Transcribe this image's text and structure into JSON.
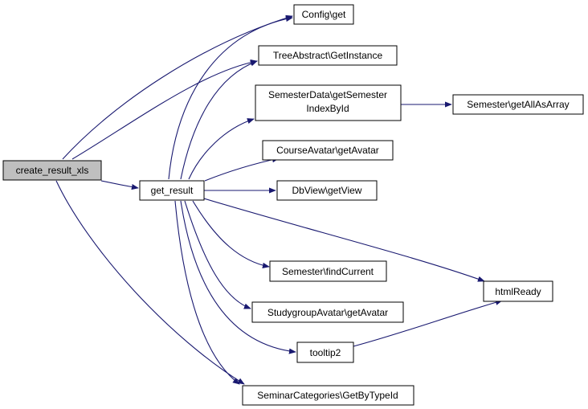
{
  "colors": {
    "edge": "#191970",
    "node_fill": "#ffffff",
    "root_fill": "#bfbfbf",
    "node_border": "#000000"
  },
  "nodes": {
    "create_result_xls": "create_result_xls",
    "get_result": "get_result",
    "config_get": "Config\\get",
    "tree_get_instance": "TreeAbstract\\GetInstance",
    "semester_data_line1": "SemesterData\\getSemester",
    "semester_data_line2": "IndexById",
    "semester_get_all": "Semester\\getAllAsArray",
    "course_avatar": "CourseAvatar\\getAvatar",
    "dbview_get_view": "DbView\\getView",
    "html_ready": "htmlReady",
    "semester_find_current": "Semester\\findCurrent",
    "studygroup_avatar": "StudygroupAvatar\\getAvatar",
    "tooltip2": "tooltip2",
    "seminar_categories": "SeminarCategories\\GetByTypeId"
  },
  "edges": [
    {
      "from": "create_result_xls",
      "to": "get_result"
    },
    {
      "from": "create_result_xls",
      "to": "config_get"
    },
    {
      "from": "create_result_xls",
      "to": "tree_get_instance"
    },
    {
      "from": "create_result_xls",
      "to": "seminar_categories"
    },
    {
      "from": "get_result",
      "to": "config_get"
    },
    {
      "from": "get_result",
      "to": "tree_get_instance"
    },
    {
      "from": "get_result",
      "to": "semester_data"
    },
    {
      "from": "get_result",
      "to": "course_avatar"
    },
    {
      "from": "get_result",
      "to": "dbview_get_view"
    },
    {
      "from": "get_result",
      "to": "html_ready"
    },
    {
      "from": "get_result",
      "to": "semester_find_current"
    },
    {
      "from": "get_result",
      "to": "studygroup_avatar"
    },
    {
      "from": "get_result",
      "to": "tooltip2"
    },
    {
      "from": "get_result",
      "to": "seminar_categories"
    },
    {
      "from": "semester_data",
      "to": "semester_get_all"
    },
    {
      "from": "tooltip2",
      "to": "html_ready"
    }
  ]
}
